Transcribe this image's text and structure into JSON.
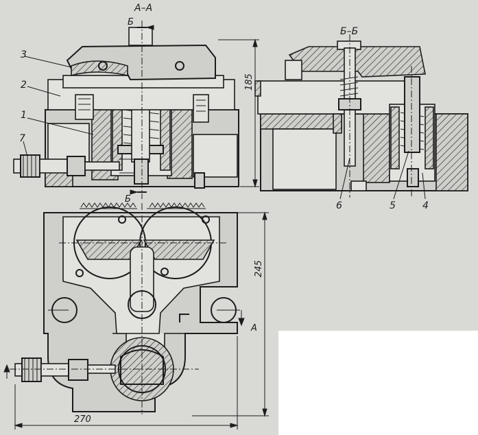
{
  "section_aa": "А–А",
  "section_bb": "Б–Б",
  "cut_mark_b_top": "Б",
  "cut_mark_b_bottom": "Б",
  "cut_mark_a": "А",
  "dim_height_top": "185",
  "dim_height_plan": "245",
  "dim_width_plan": "270",
  "callouts": {
    "c1": "1",
    "c2": "2",
    "c3": "3",
    "c4": "4",
    "c5": "5",
    "c6": "6",
    "c7": "7"
  }
}
